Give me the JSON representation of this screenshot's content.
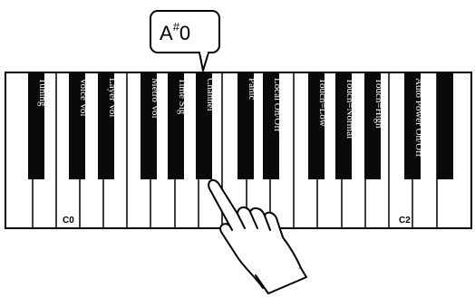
{
  "callout": {
    "note": "A",
    "accidental": "#",
    "octave": "0"
  },
  "black_key_labels": [
    "Tuning",
    "Voice Vol",
    "Layer Vol",
    "Metro Vol",
    "Time Sig",
    "Channel",
    "Panic",
    "Local On/Off",
    "Touch=Low",
    "Touch=Normal",
    "Touch=High",
    "Auto Power On/Off",
    ""
  ],
  "octave_labels": [
    "C0",
    "C2"
  ],
  "icons": {
    "pointer": "hand-pointer-icon"
  }
}
